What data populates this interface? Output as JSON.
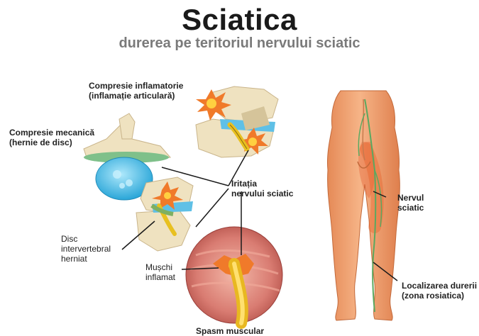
{
  "header": {
    "title": "Sciatica",
    "subtitle": "durerea pe teritoriul nervului sciatic"
  },
  "labels": {
    "inflammatory_compression": [
      "Compresie inflamatorie",
      "(inflamație articulară)"
    ],
    "mechanical_compression": [
      "Compresie mecanică",
      "(hernie de disc)"
    ],
    "nerve_irritation": [
      "Iritația",
      "nervului sciatic"
    ],
    "herniated_disc": [
      "Disc",
      "intervertebral",
      "herniat"
    ],
    "inflamed_muscles": [
      "Mușchi",
      "inflamat"
    ],
    "muscle_spasm": "Spasm muscular",
    "sciatic_nerve": [
      "Nervul",
      "sciatic"
    ],
    "pain_location": [
      "Localizarea durerii",
      "(zona rosiatica)"
    ]
  },
  "colors": {
    "bone": "#efe2c0",
    "disc": "#3fb6e0",
    "skin": "#f0a070",
    "pain": "#e85a20",
    "nerve": "#e8c020",
    "muscle": "#d86a6a",
    "nerve_path": "#5aa860"
  }
}
